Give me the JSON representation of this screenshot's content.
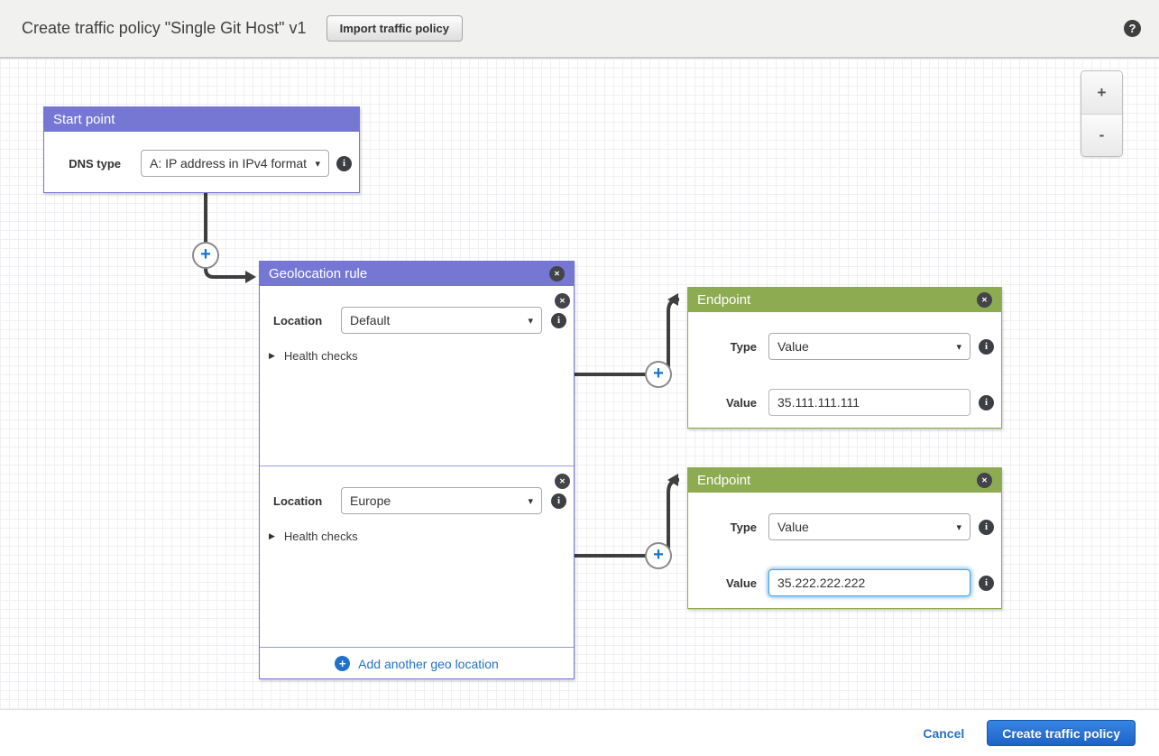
{
  "header": {
    "title": "Create traffic policy \"Single Git Host\" v1",
    "import_button_label": "Import traffic policy"
  },
  "zoom_controls": {
    "zoom_in_label": "+",
    "zoom_out_label": "-"
  },
  "icons": {
    "help": "?",
    "close": "✕",
    "info": "i",
    "caret": "▾",
    "disclosure": "▶",
    "connector_plus": "+",
    "add_plus": "+"
  },
  "start_point": {
    "title": "Start point",
    "dns_type_label": "DNS type",
    "dns_type_value": "A: IP address in IPv4 format"
  },
  "geolocation_rule": {
    "title": "Geolocation rule",
    "rows": [
      {
        "location_label": "Location",
        "location_value": "Default",
        "health_checks_label": "Health checks"
      },
      {
        "location_label": "Location",
        "location_value": "Europe",
        "health_checks_label": "Health checks"
      }
    ],
    "add_location_label": "Add another geo location"
  },
  "endpoints": [
    {
      "title": "Endpoint",
      "type_label": "Type",
      "type_value": "Value",
      "value_label": "Value",
      "value_input": "35.111.111.111",
      "focused": false
    },
    {
      "title": "Endpoint",
      "type_label": "Type",
      "type_value": "Value",
      "value_label": "Value",
      "value_input": "35.222.222.222",
      "focused": true
    }
  ],
  "footer": {
    "cancel_label": "Cancel",
    "create_button_label": "Create traffic policy"
  },
  "colors": {
    "rule_header_purple": "#7577d3",
    "endpoint_header_green": "#8dab51",
    "accent_blue": "#1f72c8",
    "plus_blue": "#1673cf",
    "connector_dark": "#3f3f3f",
    "create_button_blue": "#2472d4",
    "header_bar_gray": "#f1f1ef"
  }
}
